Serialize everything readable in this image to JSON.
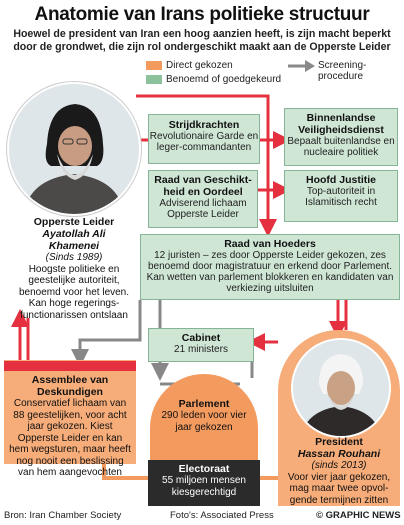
{
  "title": "Anatomie van Irans politieke structuur",
  "subtitle": "Hoewel de president van Iran een hoog aanzien heeft, is zijn macht beperkt door de grondwet, die zijn rol ondergeschikt maakt aan de Opperste Leider",
  "legend": {
    "direct": "Direct gekozen",
    "appointed": "Benoemd of goedgekeurd",
    "screening": "Screening-procedure",
    "orange_color": "#f39a5f",
    "green_color": "#cfe6d5",
    "arrow_red": "#e4303f",
    "arrow_gray": "#888888"
  },
  "leader": {
    "title": "Opperste Leider",
    "name": "Ayatollah Ali Khamenei",
    "since": "(Sinds 1989)",
    "description": "Hoogste politieke en geestelijke autoriteit, benoemd voor het leven. Kan hoge regerings-functionarissen ontslaan"
  },
  "boxes": {
    "armed": {
      "title": "Strijdkrachten",
      "body": "Revolutionaire Garde en leger-commandanten"
    },
    "intel": {
      "title": "Binnenlandse Veiligheidsdienst",
      "body": "Bepaalt buitenlandse en nucleaire politiek"
    },
    "expediency": {
      "title": "Raad van Geschikt-heid en Oordeel",
      "body": "Adviserend lichaam Opperste Leider"
    },
    "judiciary": {
      "title": "Hoofd Justitie",
      "body": "Top-autoriteit in Islamitisch recht"
    },
    "guardians": {
      "title": "Raad van Hoeders",
      "body": "12 juristen – zes door Opperste Leider gekozen, zes benoemd door magistratuur en erkend door Parlement. Kan wetten van parlement blokkeren en kandidaten van verkiezing uitsluiten"
    },
    "cabinet": {
      "title": "Cabinet",
      "body": "21 ministers"
    }
  },
  "assembly": {
    "title": "Assemblee van Deskundigen",
    "body": "Conservatief lichaam van 88 geestelijken, voor acht jaar gekozen. Kiest Opperste Leider en kan hem wegsturen, maar heeft nog nooit een beslissing van hem aangevochten"
  },
  "parliament": {
    "title": "Parlement",
    "body": "290 leden voor vier jaar gekozen"
  },
  "president": {
    "role": "President",
    "name": "Hassan Rouhani",
    "since": "(sinds 2013)",
    "body": "Voor vier jaar gekozen, mag maar twee opvol-gende termijnen zitten"
  },
  "electorate": {
    "title": "Electoraat",
    "body": "55 miljoen mensen kiesgerechtigd"
  },
  "footer": {
    "source": "Bron: Iran Chamber Society",
    "photos": "Foto's: Associated Press",
    "brand": "© GRAPHIC NEWS"
  }
}
